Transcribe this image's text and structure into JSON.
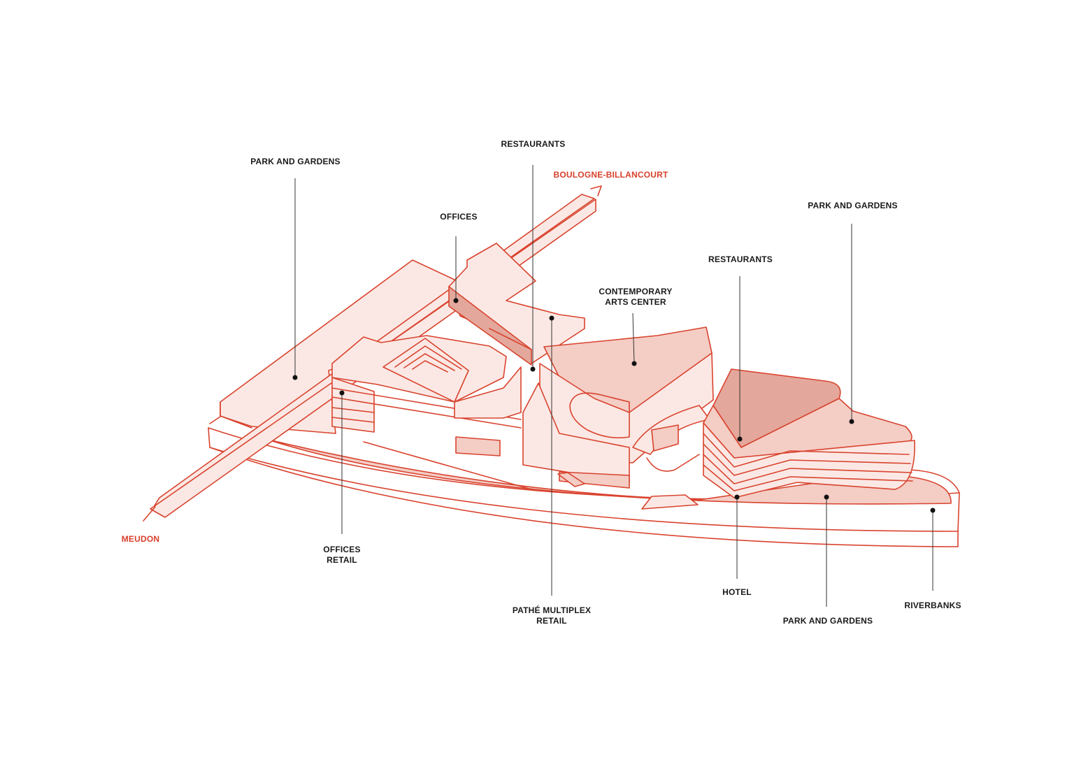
{
  "labels": {
    "park_gardens_left": "PARK AND GARDENS",
    "restaurants_top": "RESTAURANTS",
    "boulogne": "BOULOGNE-BILLANCOURT",
    "offices_top": "OFFICES",
    "park_gardens_right": "PARK AND GARDENS",
    "restaurants_right": "RESTAURANTS",
    "contemporary_line1": "CONTEMPORARY",
    "contemporary_line2": "ARTS CENTER",
    "meudon": "MEUDON",
    "offices_retail_line1": "OFFICES",
    "offices_retail_line2": "RETAIL",
    "pathe_line1": "PATHÉ MULTIPLEX",
    "pathe_line2": "RETAIL",
    "hotel": "HOTEL",
    "park_gardens_bottom": "PARK AND GARDENS",
    "riverbanks": "RIVERBANKS"
  },
  "colors": {
    "line": "#d9432e",
    "fill_light": "#fbe8e4",
    "fill_mid": "#f4cdc5",
    "fill_dark": "#e4a79c",
    "label_text": "#1a1a1a",
    "label_accent": "#d7402c"
  }
}
